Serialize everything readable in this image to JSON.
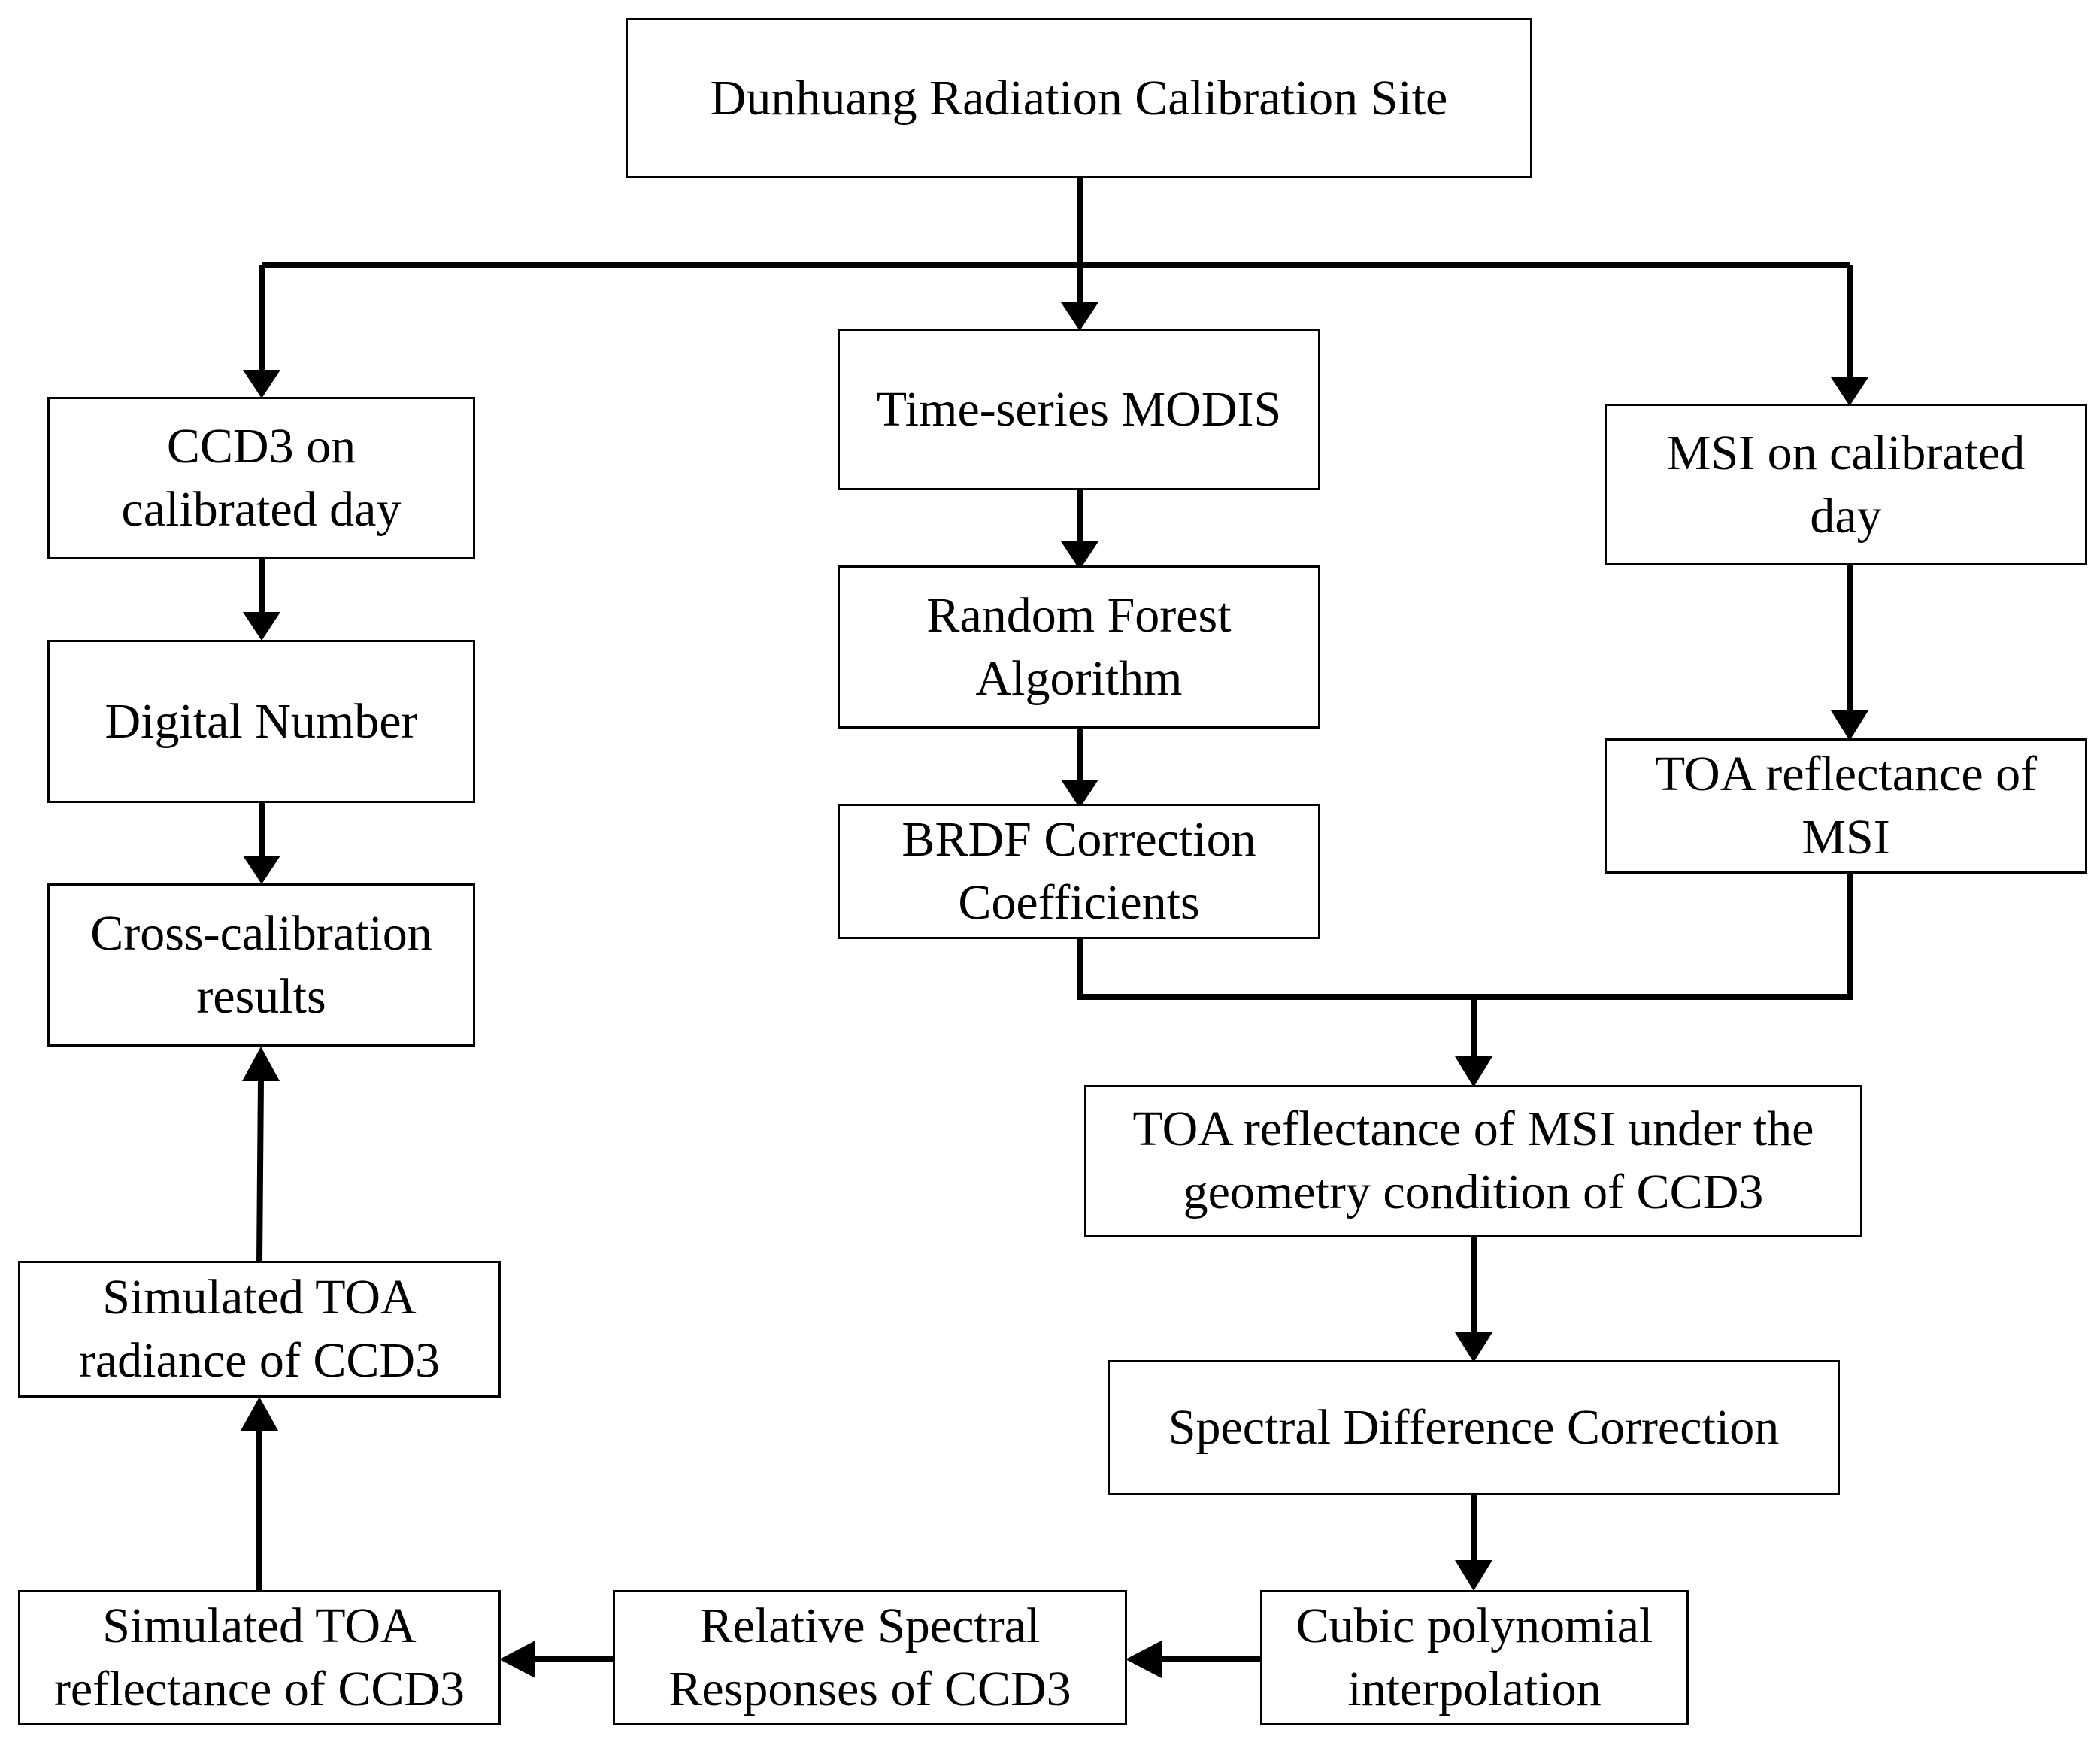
{
  "nodes": {
    "dunhuang_site": "Dunhuang Radiation Calibration Site",
    "ccd3_day": "CCD3 on\ncalibrated day",
    "digital_number": "Digital Number",
    "cross_calibration": "Cross-calibration\nresults",
    "sim_toa_radiance": "Simulated TOA\nradiance of CCD3",
    "sim_toa_reflectance": "Simulated TOA\nreflectance of CCD3",
    "modis": "Time-series MODIS",
    "random_forest": "Random Forest\nAlgorithm",
    "brdf": "BRDF Correction\nCoefficients",
    "msi_day": "MSI on calibrated\nday",
    "toa_msi": "TOA reflectance of\nMSI",
    "toa_msi_geometry": "TOA reflectance of MSI under the\ngeometry condition of CCD3",
    "spectral_difference": "Spectral Difference Correction",
    "cubic_interp": "Cubic polynomial\ninterpolation",
    "rsr_ccd3": "Relative Spectral\nResponses of CCD3"
  },
  "colors": {
    "line": "#000000",
    "box_border": "#000000",
    "background": "#ffffff"
  }
}
